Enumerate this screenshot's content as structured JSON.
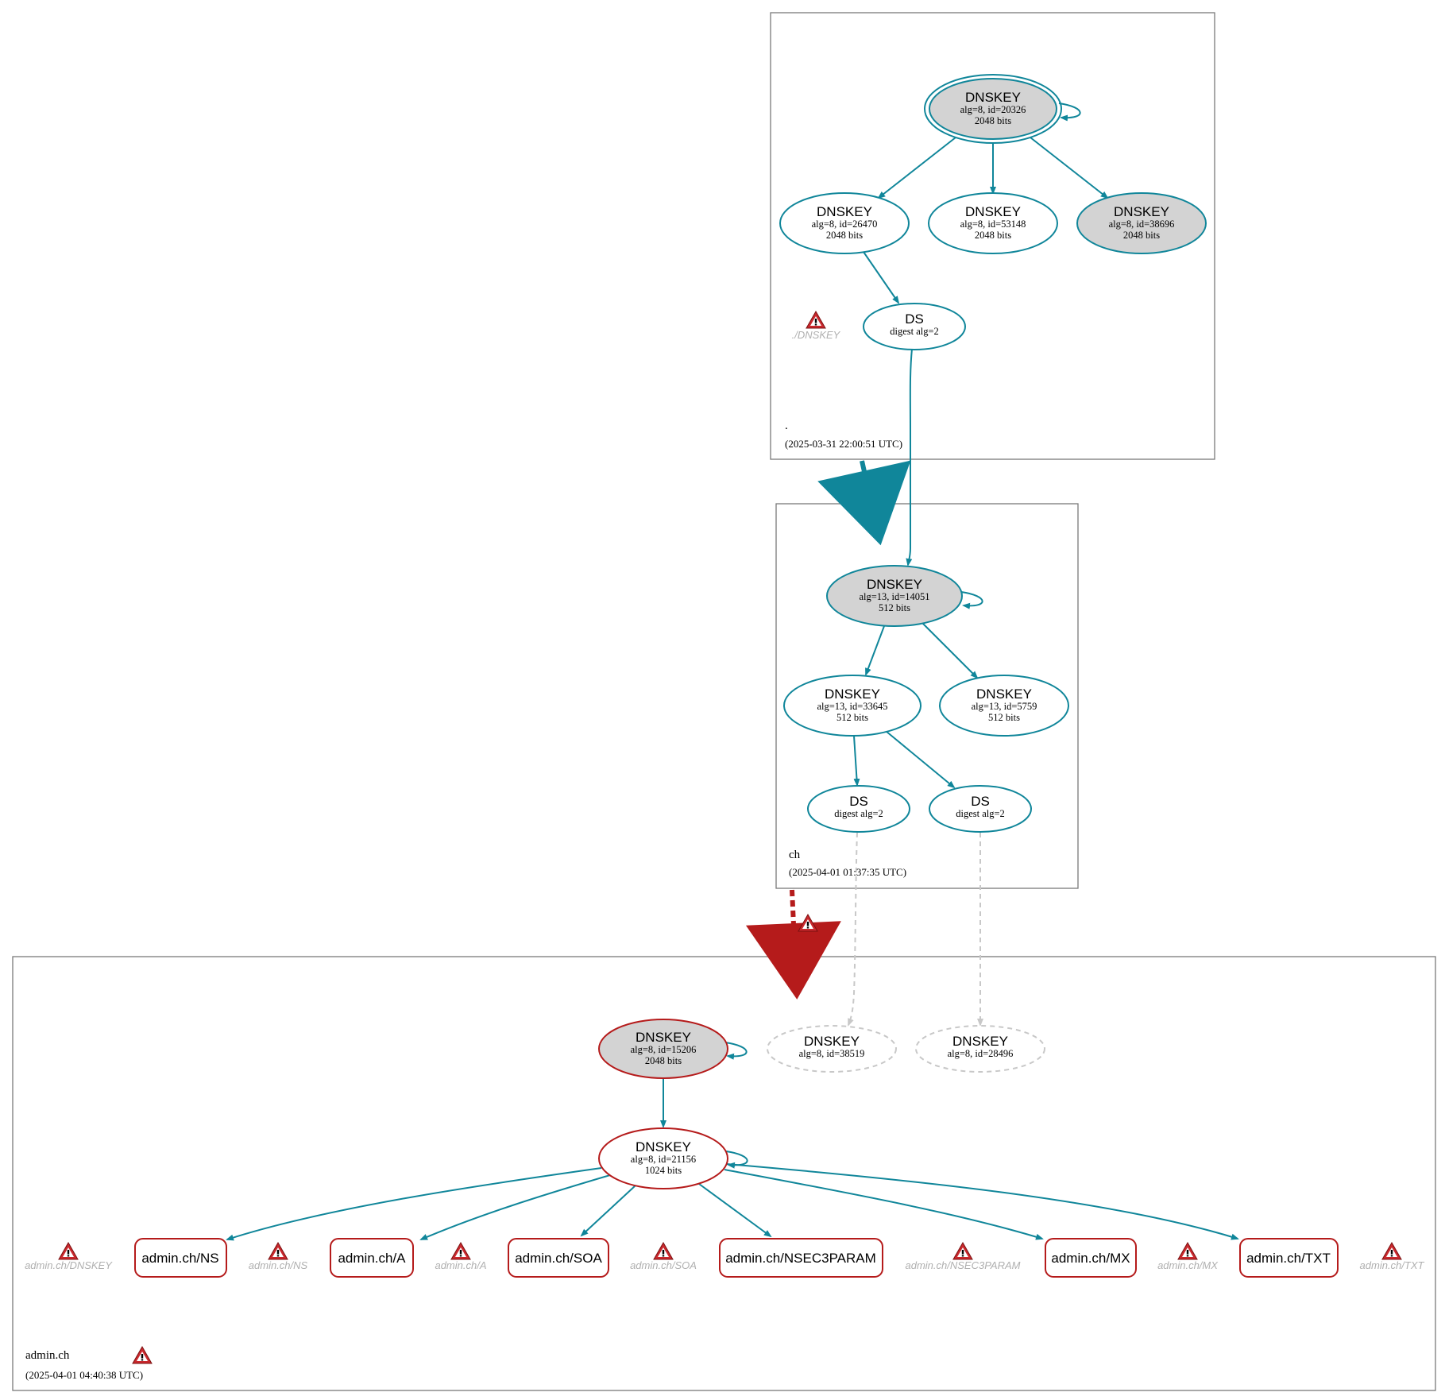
{
  "colors": {
    "secure": "#10869a",
    "bogus": "#b51b1b",
    "insecure_gray": "#c8c8c8",
    "ksk_fill": "#d3d3d3",
    "warning_red": "#c9282d"
  },
  "zones": {
    "root": {
      "name": ".",
      "date": "(2025-03-31 22:00:51 UTC)",
      "warning_label": "./DNSKEY"
    },
    "ch": {
      "name": "ch",
      "date": "(2025-04-01 01:37:35 UTC)"
    },
    "admin": {
      "name": "admin.ch",
      "date": "(2025-04-01 04:40:38 UTC)"
    }
  },
  "nodes": {
    "root_ksk": {
      "title": "DNSKEY",
      "line1": "alg=8, id=20326",
      "line2": "2048 bits"
    },
    "root_zsk1": {
      "title": "DNSKEY",
      "line1": "alg=8, id=26470",
      "line2": "2048 bits"
    },
    "root_zsk2": {
      "title": "DNSKEY",
      "line1": "alg=8, id=53148",
      "line2": "2048 bits"
    },
    "root_zsk3": {
      "title": "DNSKEY",
      "line1": "alg=8, id=38696",
      "line2": "2048 bits"
    },
    "root_ds": {
      "title": "DS",
      "line1": "digest alg=2"
    },
    "ch_ksk": {
      "title": "DNSKEY",
      "line1": "alg=13, id=14051",
      "line2": "512 bits"
    },
    "ch_zsk1": {
      "title": "DNSKEY",
      "line1": "alg=13, id=33645",
      "line2": "512 bits"
    },
    "ch_zsk2": {
      "title": "DNSKEY",
      "line1": "alg=13, id=5759",
      "line2": "512 bits"
    },
    "ch_ds1": {
      "title": "DS",
      "line1": "digest alg=2"
    },
    "ch_ds2": {
      "title": "DS",
      "line1": "digest alg=2"
    },
    "admin_ksk": {
      "title": "DNSKEY",
      "line1": "alg=8, id=15206",
      "line2": "2048 bits"
    },
    "admin_missing1": {
      "title": "DNSKEY",
      "line1": "alg=8, id=38519"
    },
    "admin_missing2": {
      "title": "DNSKEY",
      "line1": "alg=8, id=28496"
    },
    "admin_zsk": {
      "title": "DNSKEY",
      "line1": "alg=8, id=21156",
      "line2": "1024 bits"
    }
  },
  "rrsets": [
    {
      "label": "admin.ch/NS"
    },
    {
      "label": "admin.ch/A"
    },
    {
      "label": "admin.ch/SOA"
    },
    {
      "label": "admin.ch/NSEC3PARAM"
    },
    {
      "label": "admin.ch/MX"
    },
    {
      "label": "admin.ch/TXT"
    }
  ],
  "admin_warnings": [
    "admin.ch/DNSKEY",
    "admin.ch/NS",
    "admin.ch/A",
    "admin.ch/SOA",
    "admin.ch/NSEC3PARAM",
    "admin.ch/MX",
    "admin.ch/TXT"
  ]
}
